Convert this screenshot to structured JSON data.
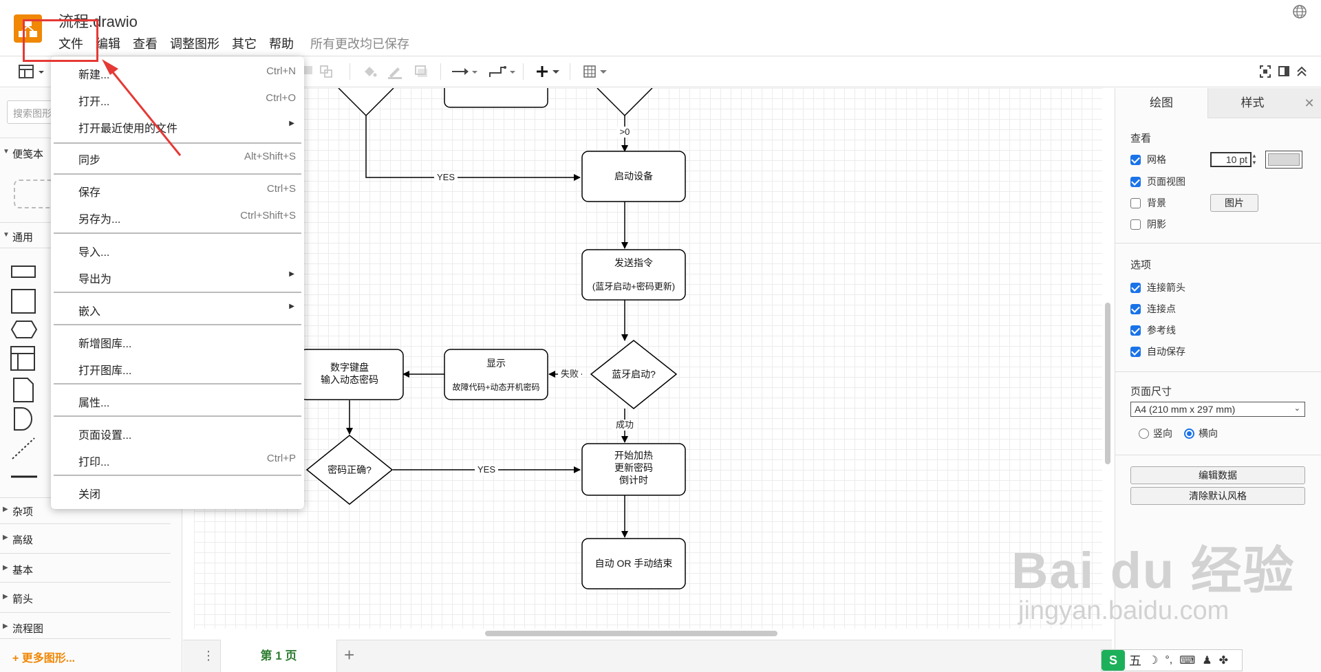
{
  "app": {
    "doc_title": "流程.drawio",
    "menu": [
      "文件",
      "编辑",
      "查看",
      "调整图形",
      "其它",
      "帮助"
    ],
    "saved_status": "所有更改均已保存"
  },
  "file_menu": {
    "items": [
      {
        "label": "新建...",
        "shortcut": "Ctrl+N"
      },
      {
        "label": "打开...",
        "shortcut": "Ctrl+O"
      },
      {
        "label": "打开最近使用的文件",
        "shortcut": "",
        "submenu": true
      },
      {
        "label": "同步",
        "shortcut": "Alt+Shift+S"
      },
      {
        "label": "保存",
        "shortcut": "Ctrl+S"
      },
      {
        "label": "另存为...",
        "shortcut": "Ctrl+Shift+S"
      },
      {
        "label": "导入...",
        "shortcut": ""
      },
      {
        "label": "导出为",
        "shortcut": "",
        "submenu": true
      },
      {
        "label": "嵌入",
        "shortcut": "",
        "submenu": true
      },
      {
        "label": "新增图库...",
        "shortcut": ""
      },
      {
        "label": "打开图库...",
        "shortcut": ""
      },
      {
        "label": "属性...",
        "shortcut": ""
      },
      {
        "label": "页面设置...",
        "shortcut": ""
      },
      {
        "label": "打印...",
        "shortcut": "Ctrl+P"
      },
      {
        "label": "关闭",
        "shortcut": ""
      }
    ]
  },
  "left_panel": {
    "search_placeholder": "搜索图形",
    "sections": [
      "便笺本",
      "通用",
      "杂项",
      "高级",
      "基本",
      "箭头",
      "流程图"
    ],
    "more_shapes": "+ 更多图形..."
  },
  "diagram": {
    "nodes": {
      "start_device": "启动设备",
      "send_cmd_1": "发送指令",
      "send_cmd_2": "(蓝牙启动+密码更新)",
      "bt_check": "蓝牙启动?",
      "display_1": "显示",
      "display_2": "故障代码+动态开机密码",
      "keypad_1": "数字键盘",
      "keypad_2": "输入动态密码",
      "pwd_check": "密码正确?",
      "heat_1": "开始加热",
      "heat_2": "更新密码",
      "heat_3": "倒计时",
      "end": "自动 OR 手动结束"
    },
    "edges": {
      "gt0": ">0",
      "yes1": "YES",
      "fail": "失败",
      "success": "成功",
      "yes2": "YES"
    }
  },
  "bottom": {
    "page_tab": "第 1 页",
    "add_page": "+"
  },
  "right_panel": {
    "tabs": [
      "绘图",
      "样式"
    ],
    "view_title": "查看",
    "view_checks": [
      {
        "label": "网格",
        "checked": true
      },
      {
        "label": "页面视图",
        "checked": true
      },
      {
        "label": "背景",
        "checked": false
      },
      {
        "label": "阴影",
        "checked": false
      }
    ],
    "grid_size": "10 pt",
    "image_button": "图片",
    "options_title": "选项",
    "option_checks": [
      {
        "label": "连接箭头",
        "checked": true
      },
      {
        "label": "连接点",
        "checked": true
      },
      {
        "label": "参考线",
        "checked": true
      },
      {
        "label": "自动保存",
        "checked": true
      }
    ],
    "page_size_title": "页面尺寸",
    "page_size_value": "A4 (210 mm x 297 mm)",
    "orientation": [
      {
        "label": "竖向",
        "selected": false
      },
      {
        "label": "横向",
        "selected": true
      }
    ],
    "edit_data_button": "编辑数据",
    "clear_style_button": "清除默认风格"
  },
  "watermark": {
    "main": "Bai du 经验",
    "sub": "jingyan.baidu.com"
  },
  "ime": {
    "logo": "S",
    "mode": "五"
  },
  "colors": {
    "accent": "#f08705",
    "checkbox": "#1a73e8",
    "annotation": "#e53935",
    "page_tab_text": "#2e7d32"
  }
}
